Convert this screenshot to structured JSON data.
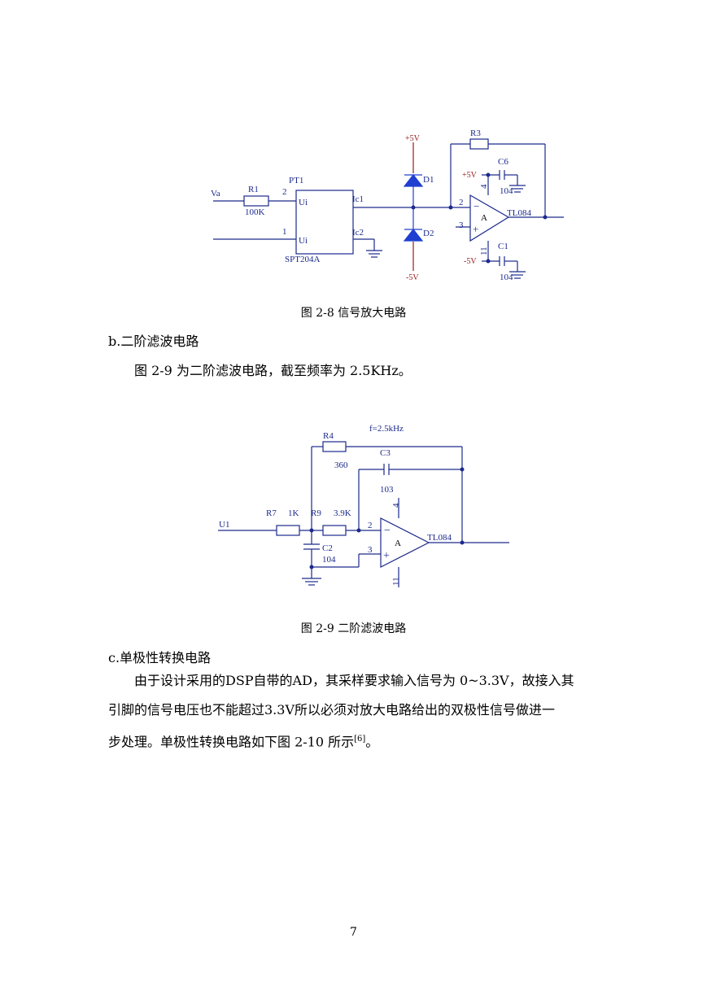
{
  "fig1": {
    "caption": "图 2-8  信号放大电路",
    "labels": {
      "va": "Va",
      "r1": "R1",
      "r1_val": "100K",
      "pt1": "PT1",
      "pin2": "2",
      "pin1": "1",
      "ui_top": "Ui",
      "ui_bottom": "Ui",
      "ic1": "Ic1",
      "ic2": "Ic2",
      "chip": "SPT204A",
      "plus5v": "+5V",
      "minus5v": "-5V",
      "d1": "D1",
      "d2": "D2",
      "r3": "R3",
      "c6": "C6",
      "c6_val": "104",
      "op_plus5v": "+5V",
      "op_minus5v": "-5V",
      "c1": "C1",
      "c1_val": "104",
      "op_pin2": "2",
      "op_pin3": "3",
      "op_pin4": "4",
      "op_pin11": "11",
      "op_a": "A",
      "op_name": "TL084",
      "minus": "−",
      "plus": "+"
    }
  },
  "section_b": {
    "heading": "b.二阶滤波电路",
    "text": "图 2-9 为二阶滤波电路，截至频率为 2.5KHz。"
  },
  "fig2": {
    "caption": "图 2-9  二阶滤波电路",
    "labels": {
      "freq": "f=2.5kHz",
      "r4": "R4",
      "r4_val": "360",
      "c3": "C3",
      "c3_val": "103",
      "r7": "R7",
      "r7_val": "1K",
      "r9": "R9",
      "r9_val": "3.9K",
      "u1": "U1",
      "c2": "C2",
      "c2_val": "104",
      "op_pin2": "2",
      "op_pin3": "3",
      "op_pin4": "4",
      "op_pin11": "11",
      "op_a": "A",
      "op_name": "TL084",
      "minus": "−",
      "plus": "+"
    }
  },
  "section_c": {
    "heading": "c.单极性转换电路",
    "line1": "由于设计采用的DSP自带的AD，其采样要求输入信号为 0~3.3V，故接入其",
    "line2": "引脚的信号电压也不能超过3.3V所以必须对放大电路给出的双极性信号做进一",
    "line3_main": "步处理。单极性转换电路如下图 2-10 所示",
    "line3_ref": "[6]",
    "line3_end": "。"
  },
  "page_number": "7",
  "colors": {
    "wire": "#1c2a8c",
    "power": "#9a1a1a",
    "diode": "#1f3fd1",
    "text": "#000000"
  }
}
